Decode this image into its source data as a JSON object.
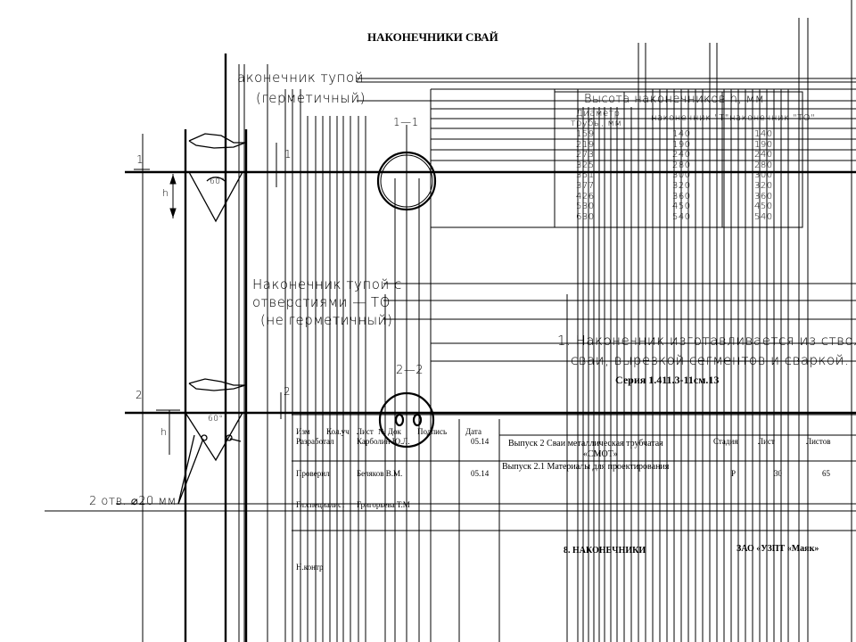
{
  "title": "НАКОНЕЧНИКИ СВАЙ",
  "drawing": {
    "tip1_label_lines": [
      "аконечник тупой",
      "(герметичный)"
    ],
    "tip2_label_lines": [
      "Наконечник тупой с",
      "отверстиями — ТО",
      "(не герметичный)"
    ],
    "angle_label": "60°",
    "section1_mark": "1",
    "section2_mark": "2",
    "height_dim": "h",
    "section1_cut": "1—1",
    "section2_cut": "2—2",
    "holes_label": "2 отв. ⌀20 мм"
  },
  "height_table": {
    "title": "Высота наконечников h, мм",
    "col_diameter": [
      "Диаметр",
      "трубы, мм"
    ],
    "col_tip_t": "наконечник \"Т\"",
    "col_tip_to": "наконечник \"ТО\"",
    "rows": [
      [
        "159",
        "140",
        "140"
      ],
      [
        "219",
        "190",
        "190"
      ],
      [
        "273",
        "240",
        "240"
      ],
      [
        "325",
        "280",
        "280"
      ],
      [
        "351",
        "300",
        "300"
      ],
      [
        "377",
        "320",
        "320"
      ],
      [
        "426",
        "360",
        "360"
      ],
      [
        "530",
        "450",
        "450"
      ],
      [
        "630",
        "540",
        "540"
      ]
    ]
  },
  "note": [
    "1. Наконечник изготавливается из ствола",
    "сваи, вырезкой сегментов и сваркой."
  ],
  "stamp": {
    "series": "Серия 1.411.3-11см.13",
    "headers": [
      "Изм",
      "Кол.уч",
      "Лист",
      "№ Док",
      "Подпись",
      "Дата"
    ],
    "developed_role": "Разработал",
    "developed_name": "Карболин Ю.Л.",
    "developed_date": "05.14",
    "checked_role": "Проверил",
    "checked_name": "Беляков В.М.",
    "checked_date": "05.14",
    "chief_role": "Гл.специалист",
    "chief_name": "Григорьева Т.М",
    "norm_role": "Н.контр",
    "issue_line1": "Выпуск 2 Сваи металлическая трубчатая",
    "issue_line1b": "«СМОТ»",
    "issue_line2": "Выпуск 2.1 Материалы для проектирования",
    "stage_header": "Стадия",
    "sheet_header": "Лист",
    "sheets_header": "Листов",
    "stage_value": "Р",
    "sheet_value": "30",
    "sheets_value": "65",
    "doc_name": "8. НАКОНЕЧНИКИ",
    "company": "ЗАО «УЗПТ «Маяк»"
  }
}
